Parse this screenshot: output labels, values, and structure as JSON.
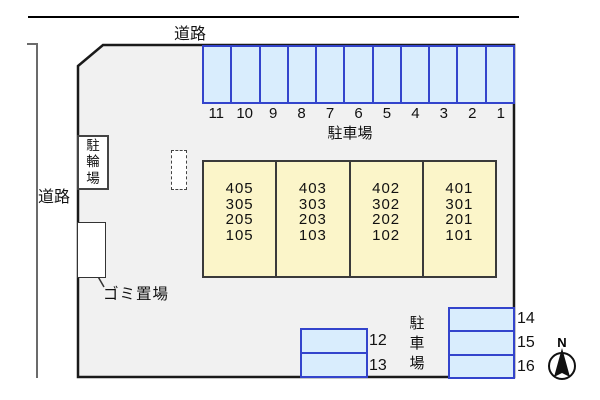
{
  "colors": {
    "road_line": "#000000",
    "road_line_left": "#6b6b6b",
    "site_fill": "#f1f1f1",
    "site_border": "#1a1a1a",
    "stall_fill": "#d9edfd",
    "stall_border": "#3344cc",
    "building_fill": "#fbf5c9",
    "building_border": "#3a3a3a"
  },
  "labels": {
    "road_top": "道路",
    "road_left": "道路",
    "parking_top": "駐車場",
    "parking_bottom": "駐車場",
    "bicycle_parking": "駐輪場",
    "garbage_area": "ゴミ置場",
    "north": "N"
  },
  "parking": {
    "top_row_numbers": [
      "11",
      "10",
      "9",
      "8",
      "7",
      "6",
      "5",
      "4",
      "3",
      "2",
      "1"
    ],
    "bottom_left_numbers": [
      "12",
      "13"
    ],
    "bottom_right_numbers": [
      "14",
      "15",
      "16"
    ]
  },
  "building": {
    "columns": [
      [
        "405",
        "305",
        "205",
        "105"
      ],
      [
        "403",
        "303",
        "203",
        "103"
      ],
      [
        "402",
        "302",
        "202",
        "102"
      ],
      [
        "401",
        "301",
        "201",
        "101"
      ]
    ]
  }
}
